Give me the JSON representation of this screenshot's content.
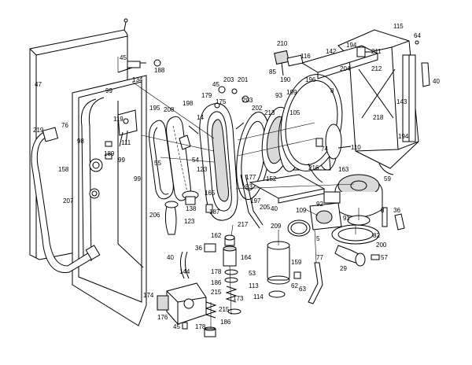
{
  "callouts": [
    {
      "id": "c-47",
      "text": "47"
    },
    {
      "id": "c-99a",
      "text": "99"
    },
    {
      "id": "c-45a",
      "text": "45"
    },
    {
      "id": "c-134",
      "text": "134"
    },
    {
      "id": "c-188",
      "text": "188"
    },
    {
      "id": "c-219",
      "text": "219"
    },
    {
      "id": "c-76",
      "text": "76"
    },
    {
      "id": "c-98",
      "text": "98"
    },
    {
      "id": "c-119",
      "text": "119"
    },
    {
      "id": "c-111",
      "text": "111"
    },
    {
      "id": "c-189",
      "text": "189"
    },
    {
      "id": "c-99b",
      "text": "99"
    },
    {
      "id": "c-158",
      "text": "158"
    },
    {
      "id": "c-99c",
      "text": "99"
    },
    {
      "id": "c-207",
      "text": "207"
    },
    {
      "id": "c-195",
      "text": "195"
    },
    {
      "id": "c-208",
      "text": "208"
    },
    {
      "id": "c-55",
      "text": "55"
    },
    {
      "id": "c-198",
      "text": "198"
    },
    {
      "id": "c-45b",
      "text": "45"
    },
    {
      "id": "c-203a",
      "text": "203"
    },
    {
      "id": "c-201",
      "text": "201"
    },
    {
      "id": "c-179",
      "text": "179"
    },
    {
      "id": "c-175",
      "text": "175"
    },
    {
      "id": "c-203b",
      "text": "203"
    },
    {
      "id": "c-202",
      "text": "202"
    },
    {
      "id": "c-14",
      "text": "14"
    },
    {
      "id": "c-54",
      "text": "54"
    },
    {
      "id": "c-123a",
      "text": "123"
    },
    {
      "id": "c-165",
      "text": "165"
    },
    {
      "id": "c-206",
      "text": "206"
    },
    {
      "id": "c-138",
      "text": "138"
    },
    {
      "id": "c-187",
      "text": "187"
    },
    {
      "id": "c-123b",
      "text": "123"
    },
    {
      "id": "c-210",
      "text": "210"
    },
    {
      "id": "c-116",
      "text": "116"
    },
    {
      "id": "c-85",
      "text": "85"
    },
    {
      "id": "c-190",
      "text": "190"
    },
    {
      "id": "c-93a",
      "text": "93"
    },
    {
      "id": "c-199",
      "text": "199"
    },
    {
      "id": "c-142",
      "text": "142"
    },
    {
      "id": "c-194a",
      "text": "194"
    },
    {
      "id": "c-211",
      "text": "211"
    },
    {
      "id": "c-212",
      "text": "212"
    },
    {
      "id": "c-204",
      "text": "204"
    },
    {
      "id": "c-196",
      "text": "196"
    },
    {
      "id": "c-8",
      "text": "8"
    },
    {
      "id": "c-115",
      "text": "115"
    },
    {
      "id": "c-64",
      "text": "64"
    },
    {
      "id": "c-40a",
      "text": "40"
    },
    {
      "id": "c-143",
      "text": "143"
    },
    {
      "id": "c-218",
      "text": "218"
    },
    {
      "id": "c-194b",
      "text": "194"
    },
    {
      "id": "c-213",
      "text": "213"
    },
    {
      "id": "c-105",
      "text": "105"
    },
    {
      "id": "c-74",
      "text": "74"
    },
    {
      "id": "c-110",
      "text": "110"
    },
    {
      "id": "c-216",
      "text": "216"
    },
    {
      "id": "c-163",
      "text": "163"
    },
    {
      "id": "c-59",
      "text": "59"
    },
    {
      "id": "c-177",
      "text": "177"
    },
    {
      "id": "c-93b",
      "text": "93"
    },
    {
      "id": "c-152",
      "text": "152"
    },
    {
      "id": "c-197",
      "text": "197"
    },
    {
      "id": "c-205",
      "text": "205"
    },
    {
      "id": "c-40b",
      "text": "40"
    },
    {
      "id": "c-217",
      "text": "217"
    },
    {
      "id": "c-209",
      "text": "209"
    },
    {
      "id": "c-109",
      "text": "109"
    },
    {
      "id": "c-92",
      "text": "92"
    },
    {
      "id": "c-91",
      "text": "91"
    },
    {
      "id": "c-8b",
      "text": "8"
    },
    {
      "id": "c-36a",
      "text": "36"
    },
    {
      "id": "c-82",
      "text": "82"
    },
    {
      "id": "c-162",
      "text": "162"
    },
    {
      "id": "c-36b",
      "text": "36"
    },
    {
      "id": "c-40c",
      "text": "40"
    },
    {
      "id": "c-164",
      "text": "164"
    },
    {
      "id": "c-159",
      "text": "159"
    },
    {
      "id": "c-5",
      "text": "5"
    },
    {
      "id": "c-200",
      "text": "200"
    },
    {
      "id": "c-77",
      "text": "77"
    },
    {
      "id": "c-29",
      "text": "29"
    },
    {
      "id": "c-57",
      "text": "57"
    },
    {
      "id": "c-144",
      "text": "144"
    },
    {
      "id": "c-178a",
      "text": "178"
    },
    {
      "id": "c-186a",
      "text": "186"
    },
    {
      "id": "c-53",
      "text": "53"
    },
    {
      "id": "c-113",
      "text": "113"
    },
    {
      "id": "c-62",
      "text": "62"
    },
    {
      "id": "c-63",
      "text": "63"
    },
    {
      "id": "c-114",
      "text": "114"
    },
    {
      "id": "c-174",
      "text": "174"
    },
    {
      "id": "c-215a",
      "text": "215"
    },
    {
      "id": "c-173",
      "text": "173"
    },
    {
      "id": "c-176",
      "text": "176"
    },
    {
      "id": "c-215b",
      "text": "215"
    },
    {
      "id": "c-45c",
      "text": "45"
    },
    {
      "id": "c-178b",
      "text": "178"
    },
    {
      "id": "c-186b",
      "text": "186"
    }
  ]
}
